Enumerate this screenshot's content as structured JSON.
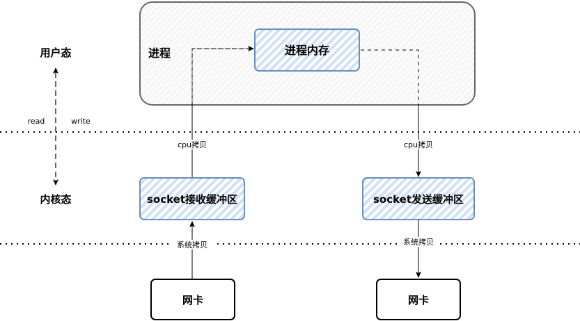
{
  "diagram": {
    "process_label": "进程",
    "process_memory": "进程内存",
    "user_mode": "用户态",
    "kernel_mode": "内核态",
    "read": "read",
    "write": "write",
    "recv_buffer": "socket接收缓冲区",
    "send_buffer": "socket发送缓冲区",
    "nic_left": "网卡",
    "nic_right": "网卡",
    "cpu_copy_left": "cpu拷贝",
    "cpu_copy_right": "cpu拷贝",
    "sys_copy_left": "系统拷贝",
    "sys_copy_right": "系统拷贝"
  },
  "colors": {
    "box_border_blue": "#6c8ebf",
    "hatch_blue": "#dae8fc",
    "process_fill": "#f5f5f5",
    "process_border": "#666666",
    "line": "#000000"
  }
}
